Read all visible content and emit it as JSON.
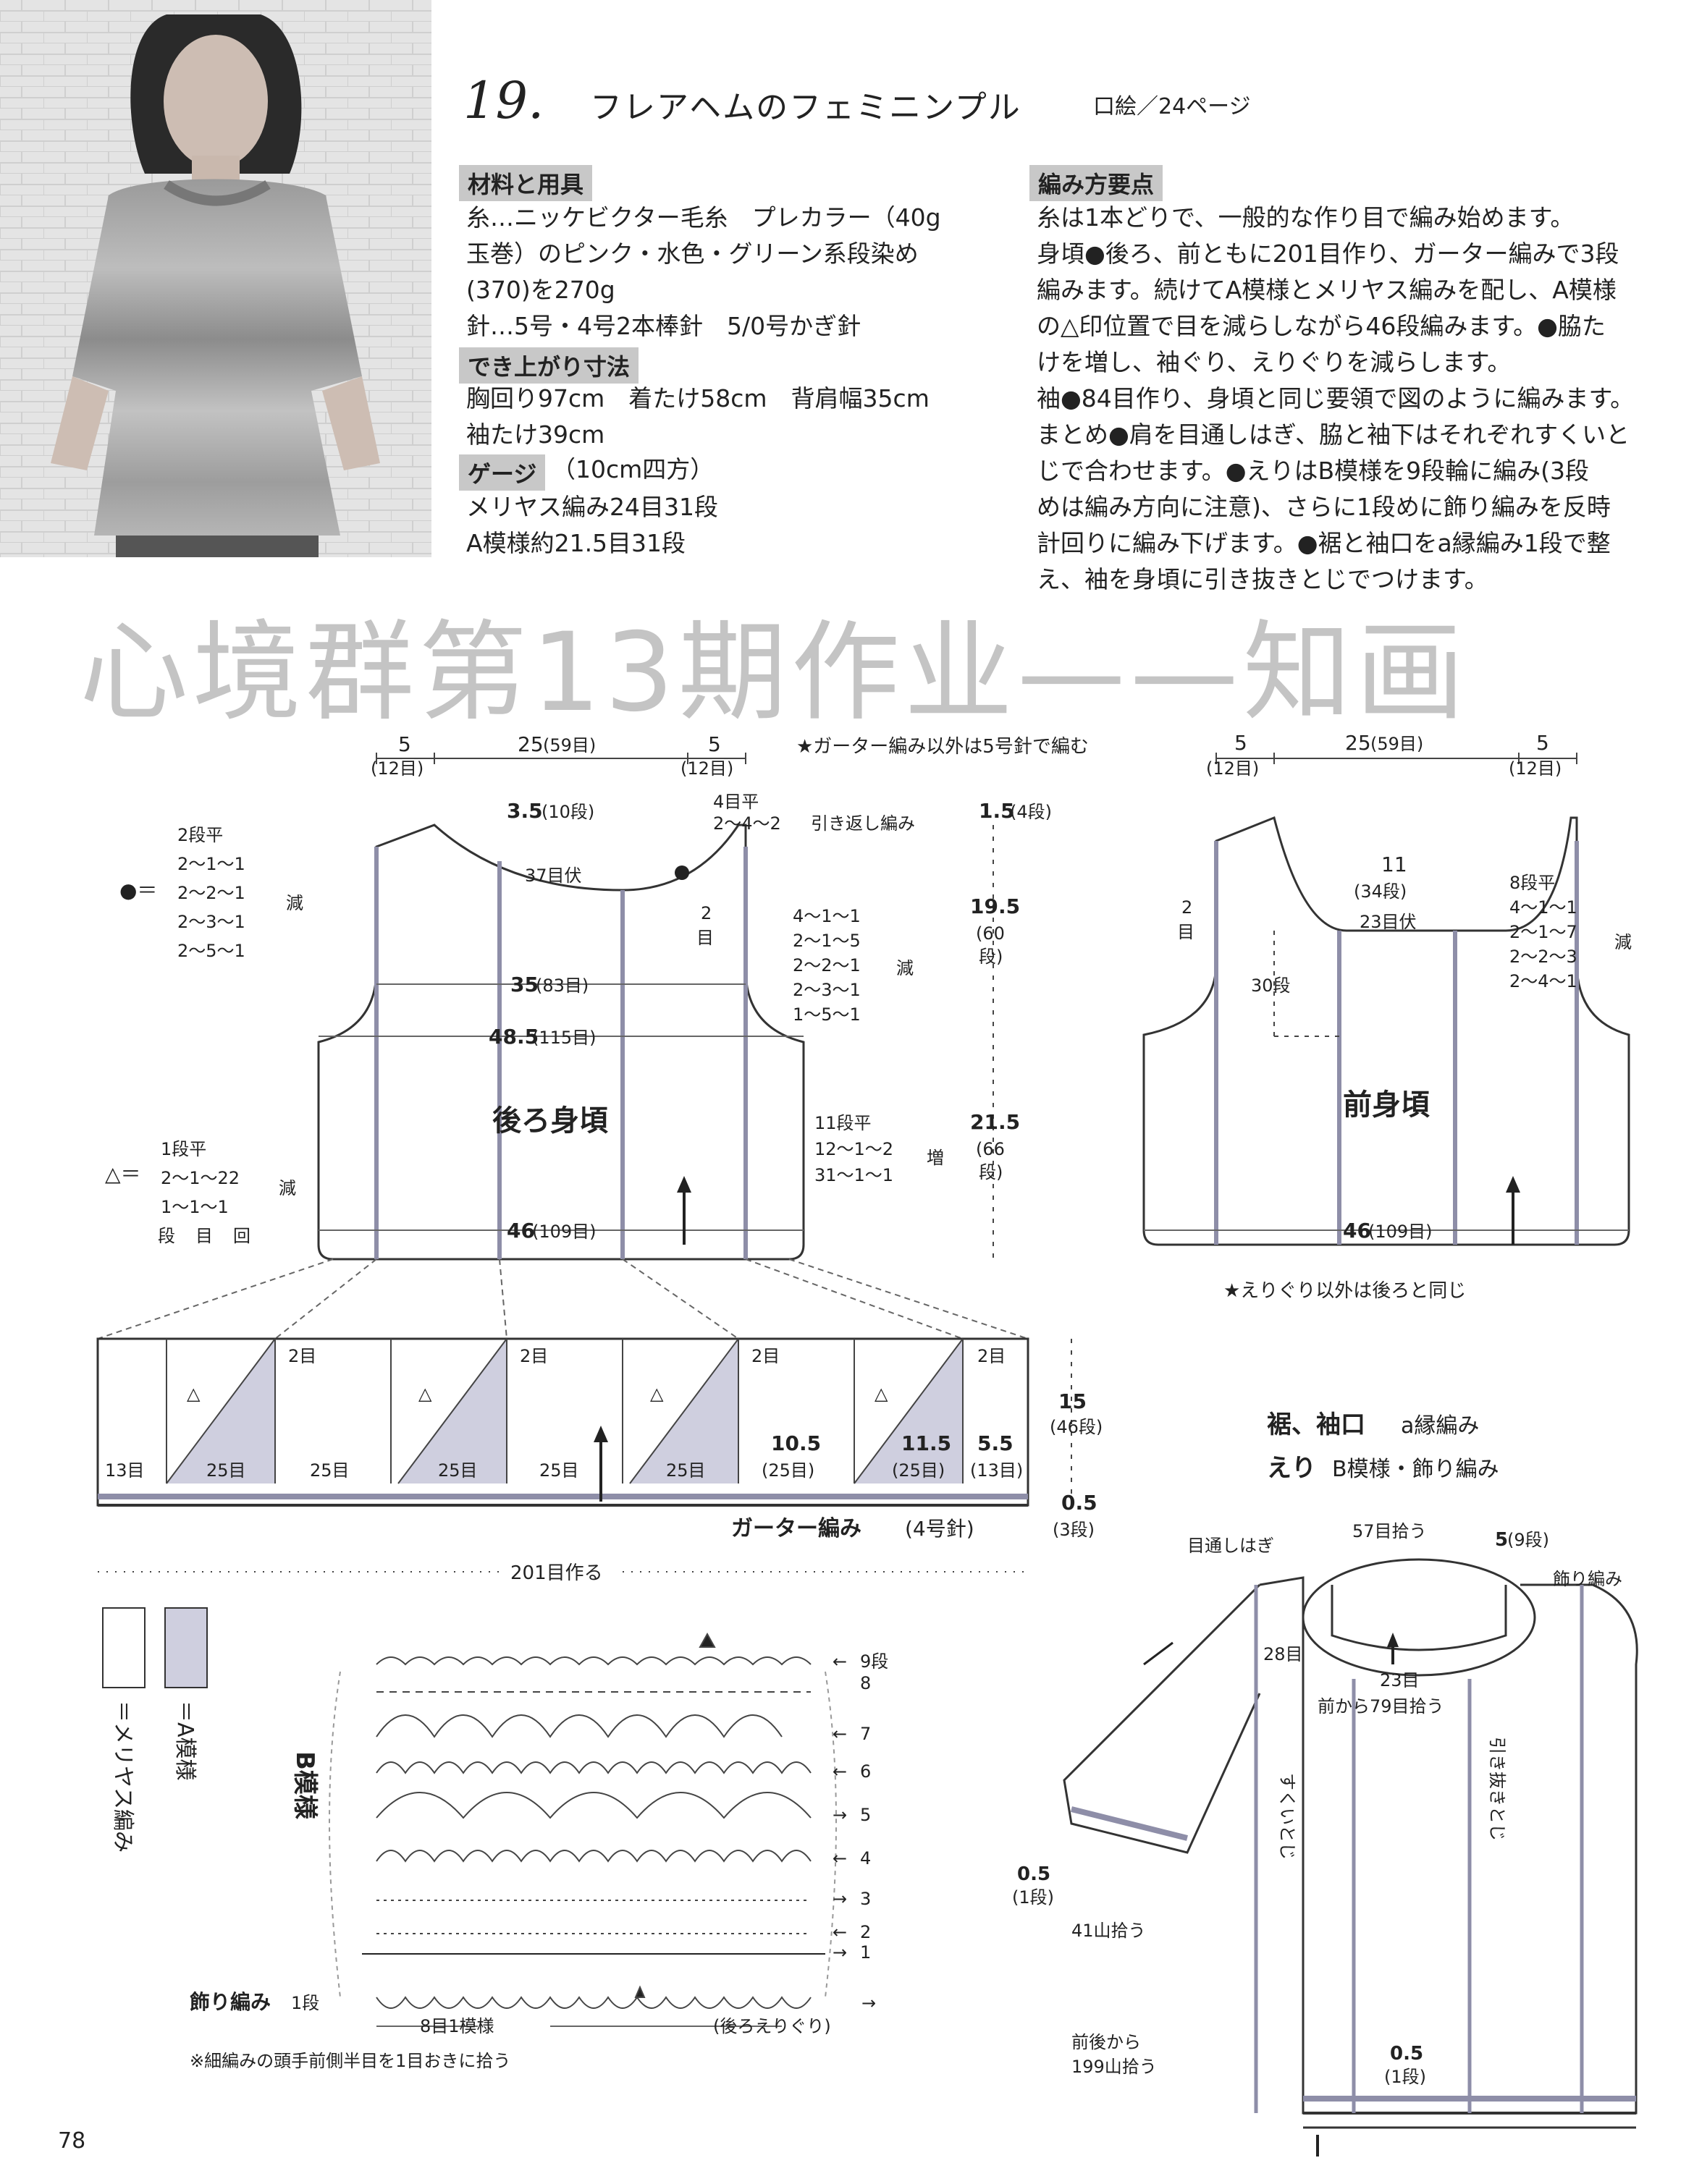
{
  "header": {
    "number": "19.",
    "title": "フレアヘムのフェミニンプル",
    "ref": "口絵／24ページ"
  },
  "materials": {
    "label": "材料と用具",
    "lines": [
      "糸…ニッケビクター毛糸　プレカラー（40g",
      "玉巻）のピンク・水色・グリーン系段染め",
      "(370)を270g",
      "針…5号・4号2本棒針　5/0号かぎ針"
    ],
    "size_label": "でき上がり寸法",
    "size_lines": [
      "胸回り97cm　着たけ58cm　背肩幅35cm",
      "袖たけ39cm"
    ],
    "gauge_label": "ゲージ",
    "gauge_note": "（10cm四方）",
    "gauge_lines": [
      "メリヤス編み24目31段",
      "A模様約21.5目31段"
    ]
  },
  "method": {
    "label": "編み方要点",
    "lines": [
      "糸は1本どりで、一般的な作り目で編み始めます。",
      "身頃●後ろ、前ともに201目作り、ガーター編みで3段",
      "編みます。続けてA模様とメリヤス編みを配し、A模様",
      "の△印位置で目を減らしながら46段編みます。●脇た",
      "けを増し、袖ぐり、えりぐりを減らします。",
      "袖●84目作り、身頃と同じ要領で図のように編みます。",
      "まとめ●肩を目通しはぎ、脇と袖下はそれぞれすくいと",
      "じで合わせます。●えりはB模様を9段輪に編み(3段",
      "めは編み方向に注意)、さらに1段めに飾り編みを反時",
      "計回りに編み下げます。●裾と袖口をa縁編み1段で整",
      "え、袖を身頃に引き抜きとじでつけます。"
    ]
  },
  "watermark": "心境群第13期作业——知画",
  "back": {
    "name": "後ろ身頃",
    "top": [
      "5",
      "(12目)",
      "25",
      "(59目)",
      "5",
      "(12目)"
    ],
    "note_star": "★ガーター編み以外は5号針で編む",
    "neck": [
      "3.5",
      "(10段)",
      "4目平",
      "2〜4〜2",
      "引き返し編み",
      "1.5",
      "(4段)",
      "37目伏"
    ],
    "dot_label": "●＝",
    "dot_list": [
      "2段平",
      "2〜1〜1",
      "2〜2〜1",
      "2〜3〜1",
      "2〜5〜1"
    ],
    "reduce": "減",
    "side2": [
      "2",
      "目"
    ],
    "arm_list": [
      "4〜1〜1",
      "2〜1〜5",
      "2〜2〜1",
      "2〜3〜1",
      "1〜5〜1"
    ],
    "widths": [
      "35",
      "(83目)",
      "48.5",
      "(115目)",
      "46",
      "(109目)"
    ],
    "heights": [
      "19.5",
      "(60",
      "段)",
      "21.5",
      "(66",
      "段)"
    ],
    "inc_list": [
      "11段平",
      "12〜1〜2",
      "31〜1〜1"
    ],
    "increase": "増",
    "tri_label": "△＝",
    "tri_list": [
      "1段平",
      "2〜1〜22",
      "1〜1〜1"
    ],
    "tri_head": [
      "段",
      "目",
      "回"
    ]
  },
  "front": {
    "name": "前身頃",
    "top": [
      "5",
      "(12目)",
      "25",
      "(59目)",
      "5",
      "(12目)"
    ],
    "neck": [
      "11",
      "(34段)",
      "23目伏",
      "30段",
      "2",
      "目",
      "46",
      "(109目)"
    ],
    "list": [
      "8段平",
      "4〜1〜1",
      "2〜1〜7",
      "2〜2〜3",
      "2〜4〜1"
    ],
    "reduce": "減",
    "note": "★えりぐり以外は後ろと同じ"
  },
  "hem": {
    "labels": [
      "2目",
      "△",
      "13目",
      "25目",
      "10.5",
      "(25目)",
      "11.5",
      "5.5",
      "(13目)",
      "15",
      "(46段)",
      "0.5",
      "(3段)"
    ],
    "garter": "ガーター編み",
    "garter_needle": "(4号針)",
    "cast_on": "201目作る"
  },
  "legend": {
    "plain": "＝メリヤス編み",
    "pattern": "＝A模様"
  },
  "chart": {
    "label": "B模様",
    "rows": [
      "9段",
      "8",
      "7",
      "6",
      "5",
      "4",
      "3",
      "2",
      "1"
    ],
    "deco_label": "飾り編み",
    "deco_row": "1段",
    "repeat": "8目1模様",
    "back_neck": "(後ろえりぐり)",
    "note": "※細編みの頭手前側半目を1目おきに拾う"
  },
  "assembly": {
    "title1": "裾、袖口",
    "title1b": "a縁編み",
    "title2": "えり",
    "title2b": "B模様・飾り編み",
    "labels": [
      "目通しはぎ",
      "57目拾う",
      "5",
      "(9段)",
      "飾り編み",
      "28目",
      "23目",
      "前から79目拾う",
      "すくいとじ",
      "引き抜きとじ",
      "0.5",
      "(1段)",
      "41山拾う",
      "前後から",
      "199山拾う",
      "0.5",
      "(1段)"
    ]
  },
  "page_number": "78"
}
